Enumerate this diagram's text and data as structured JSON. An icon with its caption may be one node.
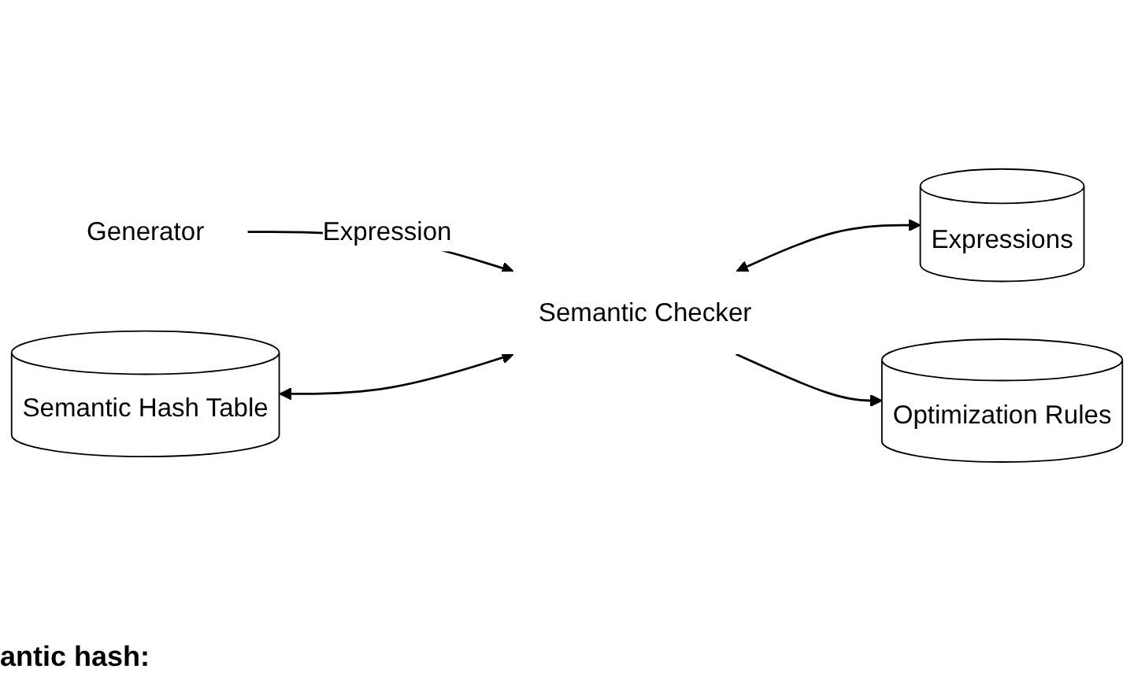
{
  "diagram": {
    "nodes": [
      {
        "text": [
          "Semantic Hash Table"
        ]
      },
      {
        "text": [
          "Generator"
        ]
      },
      {
        "text": [
          "Semantic Checker"
        ]
      },
      {
        "text": [
          "Expressions"
        ]
      },
      {
        "text": [
          "Optimization Rules"
        ]
      }
    ],
    "edges": [
      {
        "from": 1,
        "to": 2,
        "arrow": "to",
        "label": "Expression"
      },
      {
        "from": 0,
        "to": 2,
        "arrow": "both"
      },
      {
        "from": 2,
        "to": 3,
        "arrow": "both"
      },
      {
        "from": 2,
        "to": 4,
        "arrow": "to"
      }
    ],
    "labels": [
      "antic hash:"
    ]
  }
}
